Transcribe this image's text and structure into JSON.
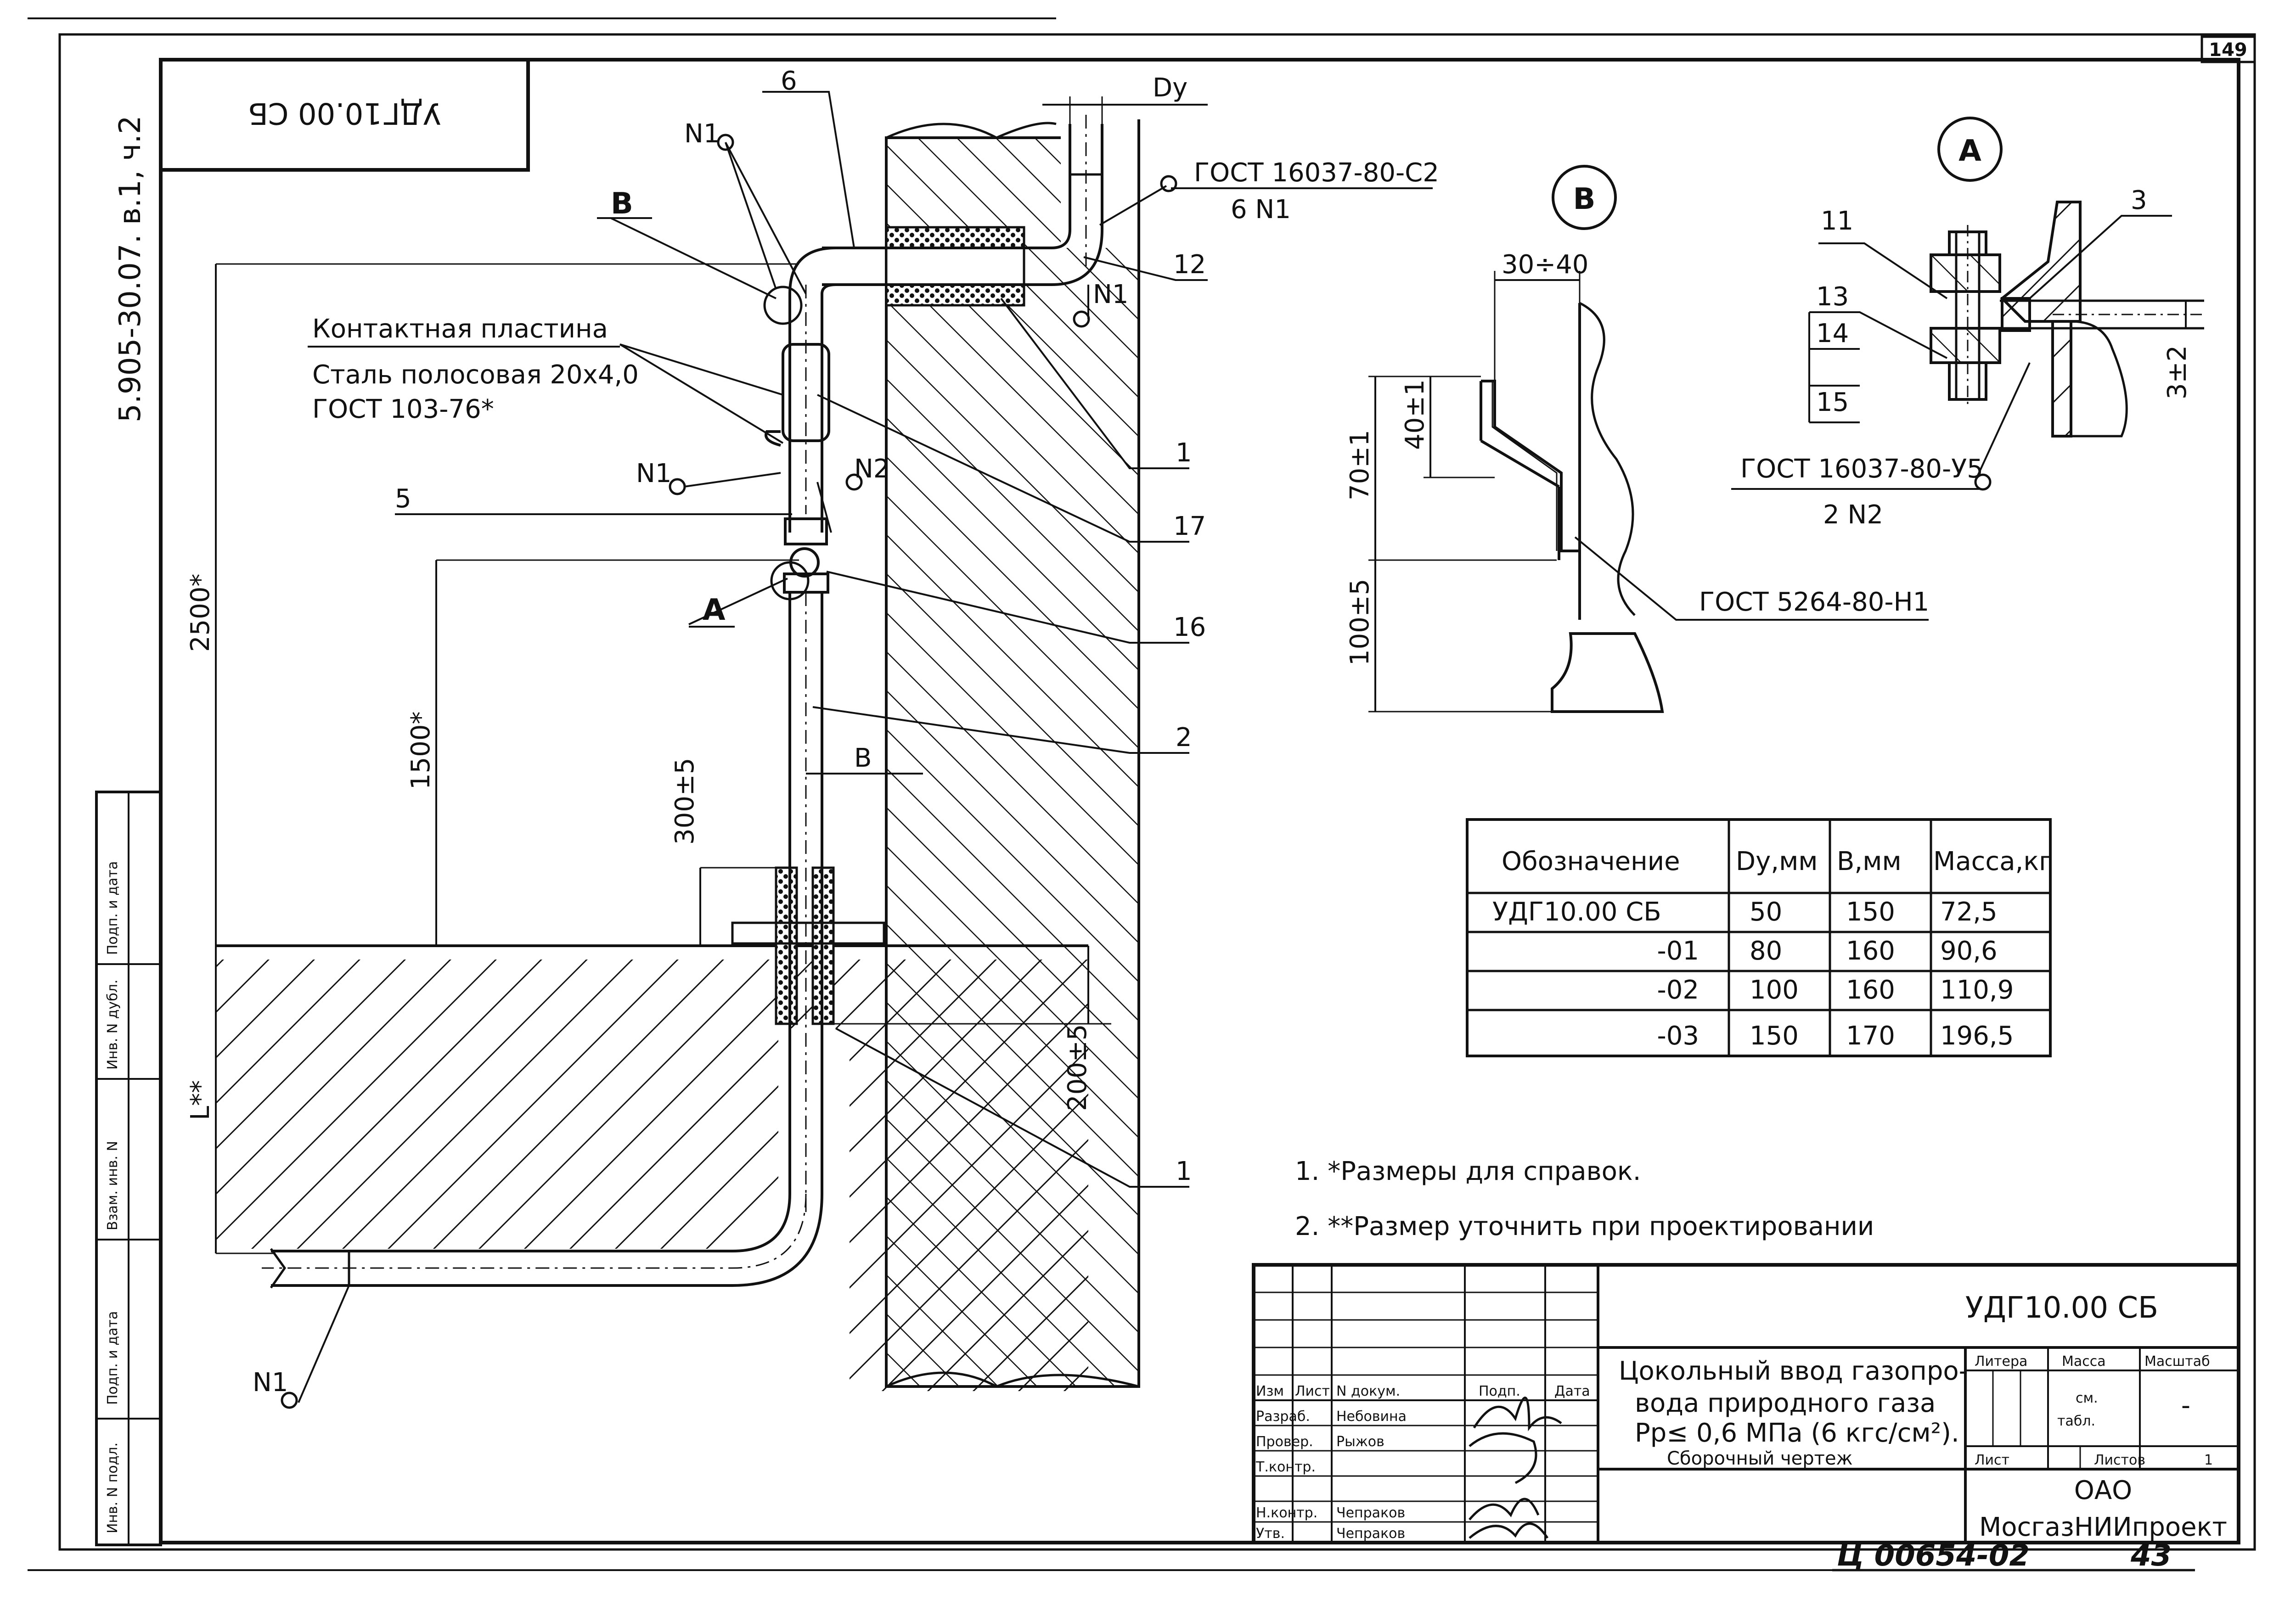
{
  "sheet_number": "149",
  "series_code": "5.905-30.07. в.1, ч.2",
  "mirrored_code": "УДГ10.00 СБ",
  "callouts": {
    "c1": "1",
    "c2": "2",
    "c3": "3",
    "c5": "5",
    "c6": "6",
    "c11": "11",
    "c12": "12",
    "c13": "13",
    "c14": "14",
    "c15": "15",
    "c16": "16",
    "c17": "17",
    "b_label": "B",
    "a_label": "A",
    "dy": "Dy",
    "b_dim": "B"
  },
  "welds": {
    "n1": "N1",
    "n2": "N2"
  },
  "notes_plate": [
    "Контактная пластина",
    "Сталь полосовая 20x4,0",
    "ГОСТ 103-76*"
  ],
  "gost_top": [
    "ГОСТ 16037-80-С2",
    "6  N1"
  ],
  "gost_y5": [
    "ГОСТ 16037-80-У5",
    "2  N2"
  ],
  "gost_5264": "ГОСТ 5264-80-Н1",
  "dimensions": {
    "d2500": "2500*",
    "d1500": "1500*",
    "d300": "300±5",
    "d200": "200±5",
    "dL": "L**",
    "d30_40": "30÷40",
    "d40": "40±1",
    "d70": "70±1",
    "d100": "100±5",
    "d3_2": "3±2"
  },
  "views": {
    "b": "B",
    "a": "A"
  },
  "table": {
    "headers": [
      "Обозначение",
      "Dy,мм",
      "B,мм",
      "Масса,кг"
    ],
    "rows": [
      [
        "УДГ10.00 СБ",
        "50",
        "150",
        "72,5"
      ],
      [
        "-01",
        "80",
        "160",
        "90,6"
      ],
      [
        "-02",
        "100",
        "160",
        "110,9"
      ],
      [
        "-03",
        "150",
        "170",
        "196,5"
      ]
    ]
  },
  "notes": [
    "1. *Размеры для справок.",
    "2. **Размер уточнить при проектировании"
  ],
  "title_block": {
    "designation": "УДГ10.00 СБ",
    "title_lines": [
      "Цокольный ввод газопро-",
      "вода природного газа",
      "Pр≤ 0,6 МПа (6 кгс/см²).",
      "Сборочный чертеж"
    ],
    "col_headers": [
      "Изм",
      "Лист",
      "N докум.",
      "Подп.",
      "Дата"
    ],
    "roles": [
      {
        "role": "Разраб.",
        "name": "Небовина"
      },
      {
        "role": "Провер.",
        "name": "Рыжов"
      },
      {
        "role": "Т.контр.",
        "name": ""
      },
      {
        "role": "Н.контр.",
        "name": "Чепраков"
      },
      {
        "role": "Утв.",
        "name": "Чепраков"
      }
    ],
    "litera_label": "Литера",
    "mass_label": "Масса",
    "scale_label": "Масштаб",
    "mass_value": [
      "см.",
      "табл."
    ],
    "scale_value": "-",
    "sheet_label": "Лист",
    "sheets_label": "Листов",
    "sheets_value": "1",
    "org_lines": [
      "ОАО",
      "МосгазНИИпроект"
    ]
  },
  "side_stamp": [
    "Инв. N подл.",
    "Подп. и дата",
    "Взам. инв. N",
    "Инв. N дубл.",
    "Подп. и дата"
  ],
  "archive_number": "Ц 00654-02",
  "archive_page": "43"
}
